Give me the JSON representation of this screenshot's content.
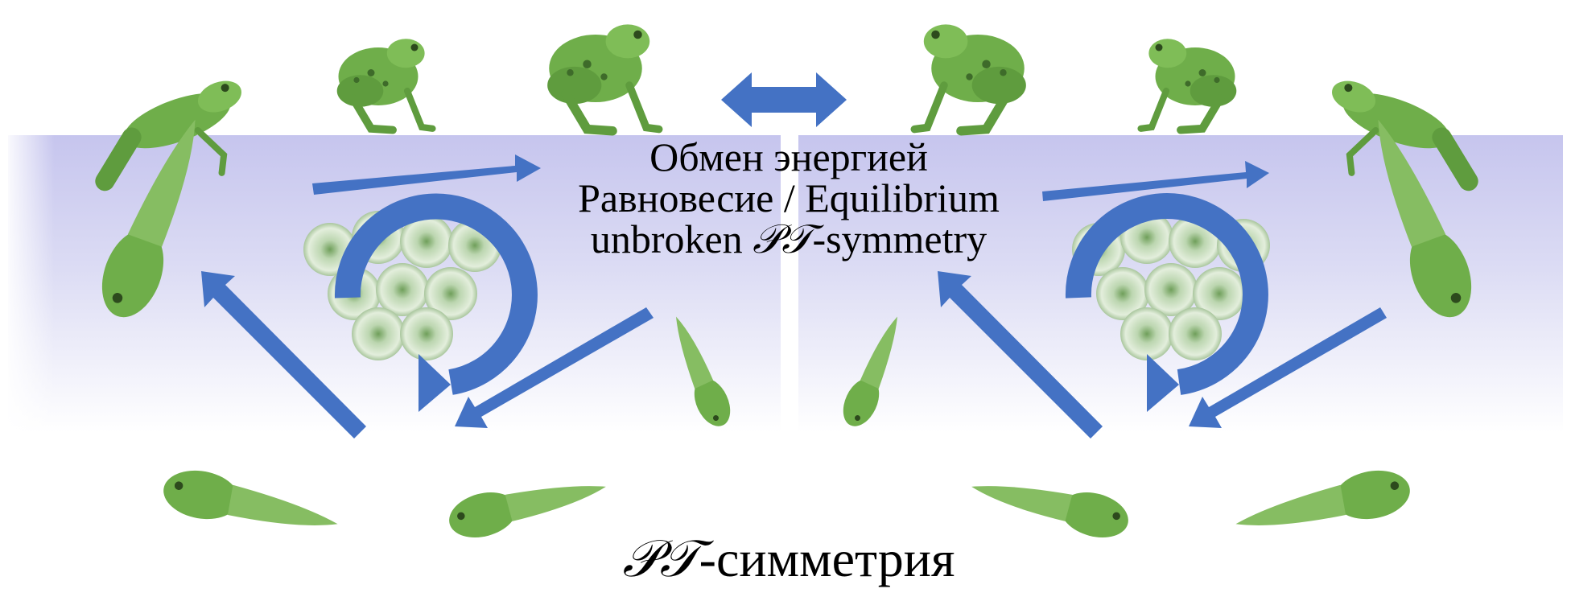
{
  "center": {
    "line1": "Обмен энергией",
    "line2": "Равновесие / Equilibrium",
    "line3_prefix": "unbroken ",
    "line3_symbol": "𝒫𝒯",
    "line3_suffix": "-symmetry"
  },
  "caption": {
    "symbol": "𝒫𝒯",
    "text": "-симметрия"
  },
  "colors": {
    "arrow": "#4472C4",
    "water_top": "#c9c8ee",
    "frog_green": "#6fae4a"
  },
  "icons": [
    "frog-icon",
    "tadpole-icon",
    "egg-cluster-icon",
    "double-arrow-icon",
    "cycle-arrow-icon"
  ]
}
